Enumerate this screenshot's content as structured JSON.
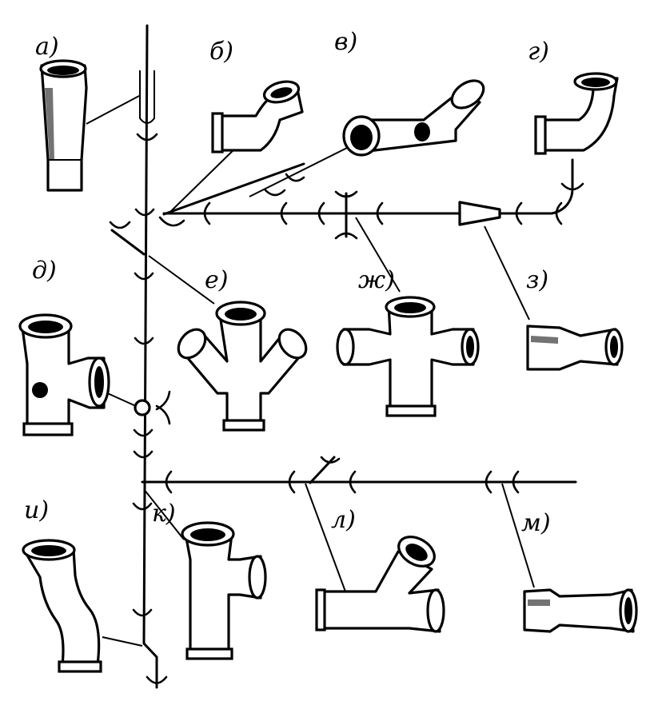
{
  "figure": {
    "labels": {
      "a": "а)",
      "b": "б)",
      "v": "в)",
      "g": "г)",
      "d": "д)",
      "e": "е)",
      "zh": "ж)",
      "z": "з)",
      "i": "и)",
      "k": "к)",
      "l": "л)",
      "m": "м)"
    }
  },
  "colors": {
    "ink": "#000000",
    "paper": "#ffffff"
  }
}
